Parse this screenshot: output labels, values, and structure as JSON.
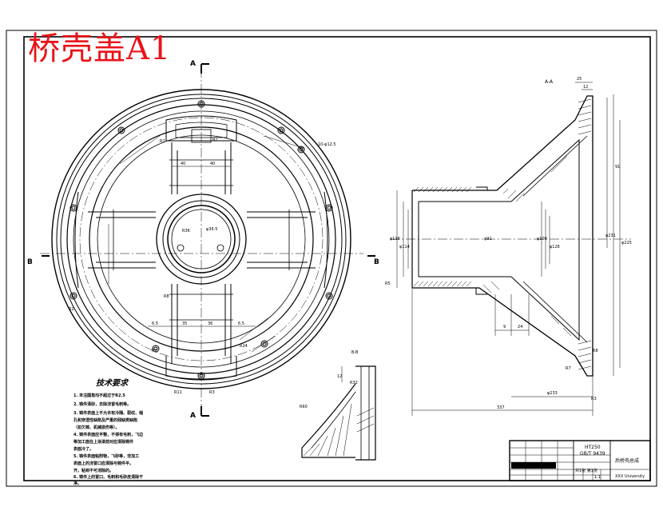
{
  "title": "桥壳盖A1",
  "front_view": {
    "section_mark": "A",
    "side_mark": "B",
    "center_radius_label": "R36",
    "center_diameter_label": "φ36.5",
    "hole_label": "10-φ12.5",
    "dims_top": [
      "40",
      "40"
    ],
    "dims_bottom": [
      "6.5",
      "35",
      "36",
      "6.5"
    ],
    "small_labels": [
      "R2",
      "R2",
      "R8",
      "R11",
      "R3",
      "R2",
      "R24",
      "R2"
    ]
  },
  "section_view": {
    "label": "A-A",
    "top_dims": [
      "25",
      "12"
    ],
    "right_dims": [
      "91",
      "φ231",
      "φ225"
    ],
    "left_dims": [
      "φ116",
      "φ114",
      "φ91",
      "φ100",
      "φ126"
    ],
    "bottom_dims": [
      "9",
      "24",
      "φ233",
      "337"
    ],
    "radii": [
      "R8",
      "R5",
      "R7",
      "R3"
    ]
  },
  "detail_view": {
    "label": "B-B",
    "labels": [
      "12",
      "R32",
      "R60"
    ]
  },
  "tech_req": {
    "heading": "技术要求",
    "items": [
      "1.  未注圆角均不超过于R2.5",
      "2.  铸件清砂，去除浇冒毛刺等。",
      "3.  铸件表面上不允许有冷隔、裂纹、缩",
      "    孔和穿透性缺陷及严重的残缺类缺陷",
      "    （如欠铸、机械损伤等）。",
      "4.  铸件表面应平整，不得有毛刺，飞边",
      "    等加工面在上涂漆前对应清除铸件",
      "    表面冷了。",
      "5.  铸件表面粘附物，飞砂等，非加工",
      "    表面上的浇冒口应清除与铸件平。",
      "    齐，粘到不可消除的。",
      "6.  铸件上的冒口、毛刺和毛砂皮清除干",
      "    净。"
    ]
  },
  "title_block": {
    "material": "HT250",
    "standard": "GB/T 9439",
    "part_name": "后桥壳总成",
    "school": "XXX University",
    "scale_label": "1:1",
    "sheet_info": "共1张 第1张"
  }
}
